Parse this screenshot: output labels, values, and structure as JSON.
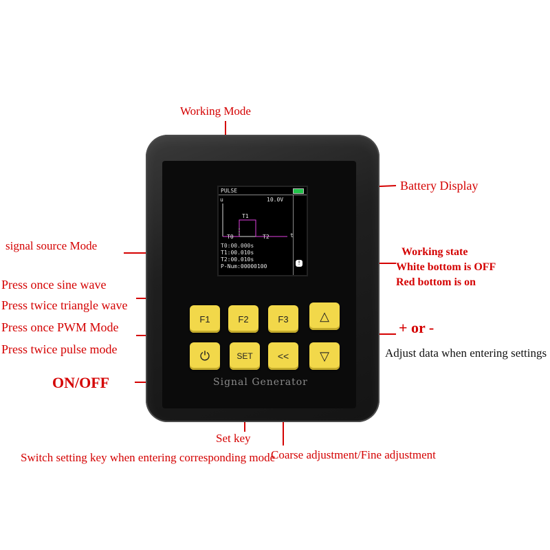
{
  "device": {
    "screen": {
      "mode": "PULSE",
      "axis_u": "u",
      "axis_t": "t",
      "voltage": "10.0V",
      "t1_label": "T1",
      "t0_label": "T0",
      "t2_label": "T2",
      "t0": "T0:00.000s",
      "t1": "T1:00.010s",
      "t2": "T2:00.010s",
      "pnum": "P-Num:00000100",
      "status_symbol": "!"
    },
    "keys": {
      "f1": "F1",
      "f2": "F2",
      "f3": "F3",
      "up": "△",
      "power": "⏻",
      "set": "SET",
      "back": "<<",
      "down": "▽"
    },
    "brand": "Signal Generator"
  },
  "annotations": {
    "working_mode": "Working Mode",
    "battery_display": "Battery Display",
    "signal_source_mode": "signal source Mode",
    "working_state": "Working state",
    "white_bottom": "White bottom is OFF",
    "red_bottom": "Red bottom is on",
    "sine": "Press once sine wave",
    "triangle": "Press twice triangle wave",
    "pwm": "Press once PWM Mode",
    "pulse": "Press twice pulse mode",
    "plus_minus": "+ or -",
    "adjust": "Adjust data when entering settings",
    "onoff": "ON/OFF",
    "set_key": "Set key",
    "switch_setting": "Switch setting key when entering corresponding mode",
    "coarse_fine": "Coarse adjustment/Fine adjustment"
  },
  "colors": {
    "annotation_red": "#d40000",
    "key_yellow": "#f2d84a",
    "screen_green": "#22c24a"
  }
}
